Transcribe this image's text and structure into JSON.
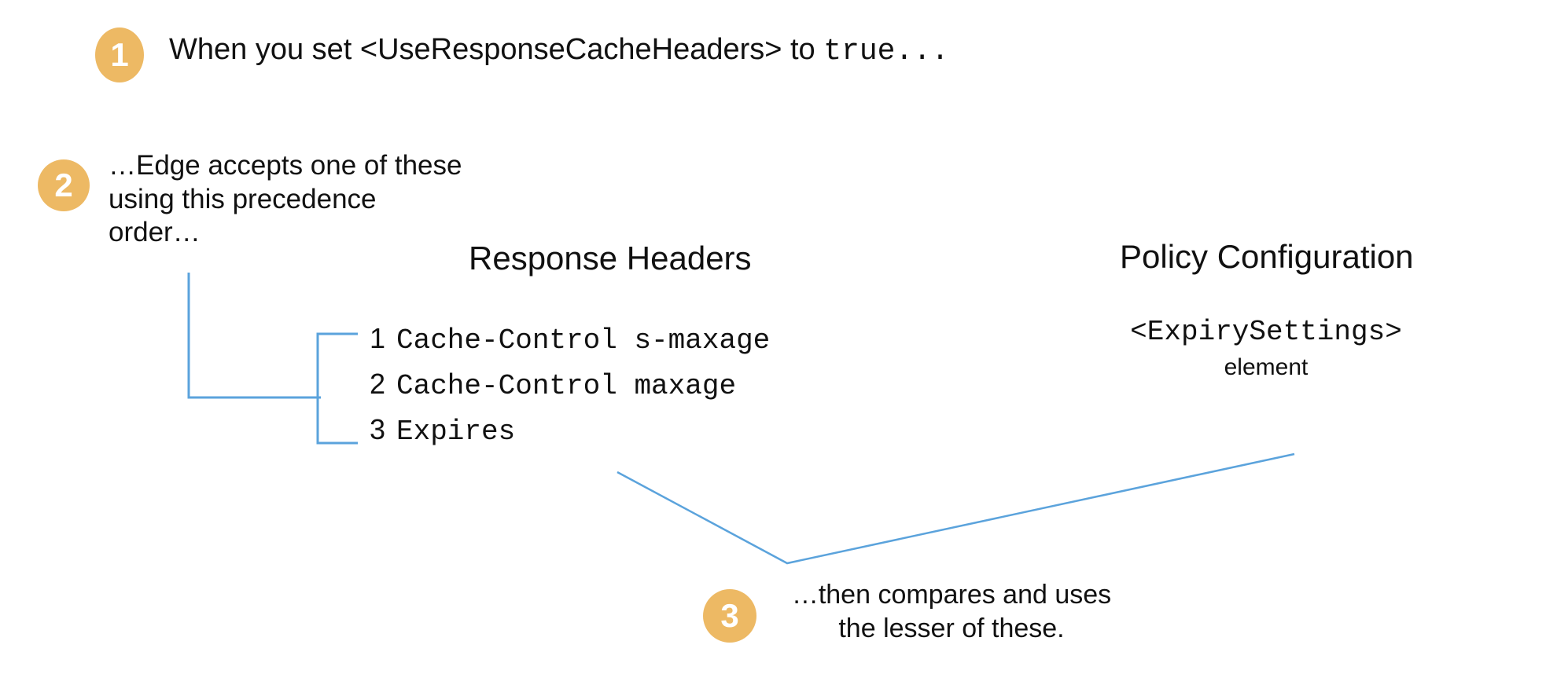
{
  "diagram": {
    "title": "Edge response cache headers precedence",
    "background_color": "#ffffff",
    "badge_color": "#edb964",
    "connector_color": "#5ba3dc",
    "text_color": "#111111"
  },
  "steps": [
    {
      "badge": "1",
      "text_plain": "When you set <UseResponseCacheHeaders> to true...",
      "text_prefix": "When you set <UseResponseCacheHeaders> to ",
      "text_code": "true..."
    },
    {
      "badge": "2",
      "line1": "…Edge accepts one of these",
      "line2": "using this precedence",
      "line3": "order…"
    },
    {
      "badge": "3",
      "line1": "…then compares and uses",
      "line2": "the lesser of these."
    }
  ],
  "columns": {
    "response_headers": {
      "heading": "Response Headers",
      "items": [
        {
          "num": "1",
          "name": "Cache-Control s-maxage"
        },
        {
          "num": "2",
          "name": "Cache-Control maxage"
        },
        {
          "num": "3",
          "name": "Expires"
        }
      ]
    },
    "policy_configuration": {
      "heading": "Policy Configuration",
      "element_tag": "<ExpirySettings>",
      "element_word": "element"
    }
  }
}
